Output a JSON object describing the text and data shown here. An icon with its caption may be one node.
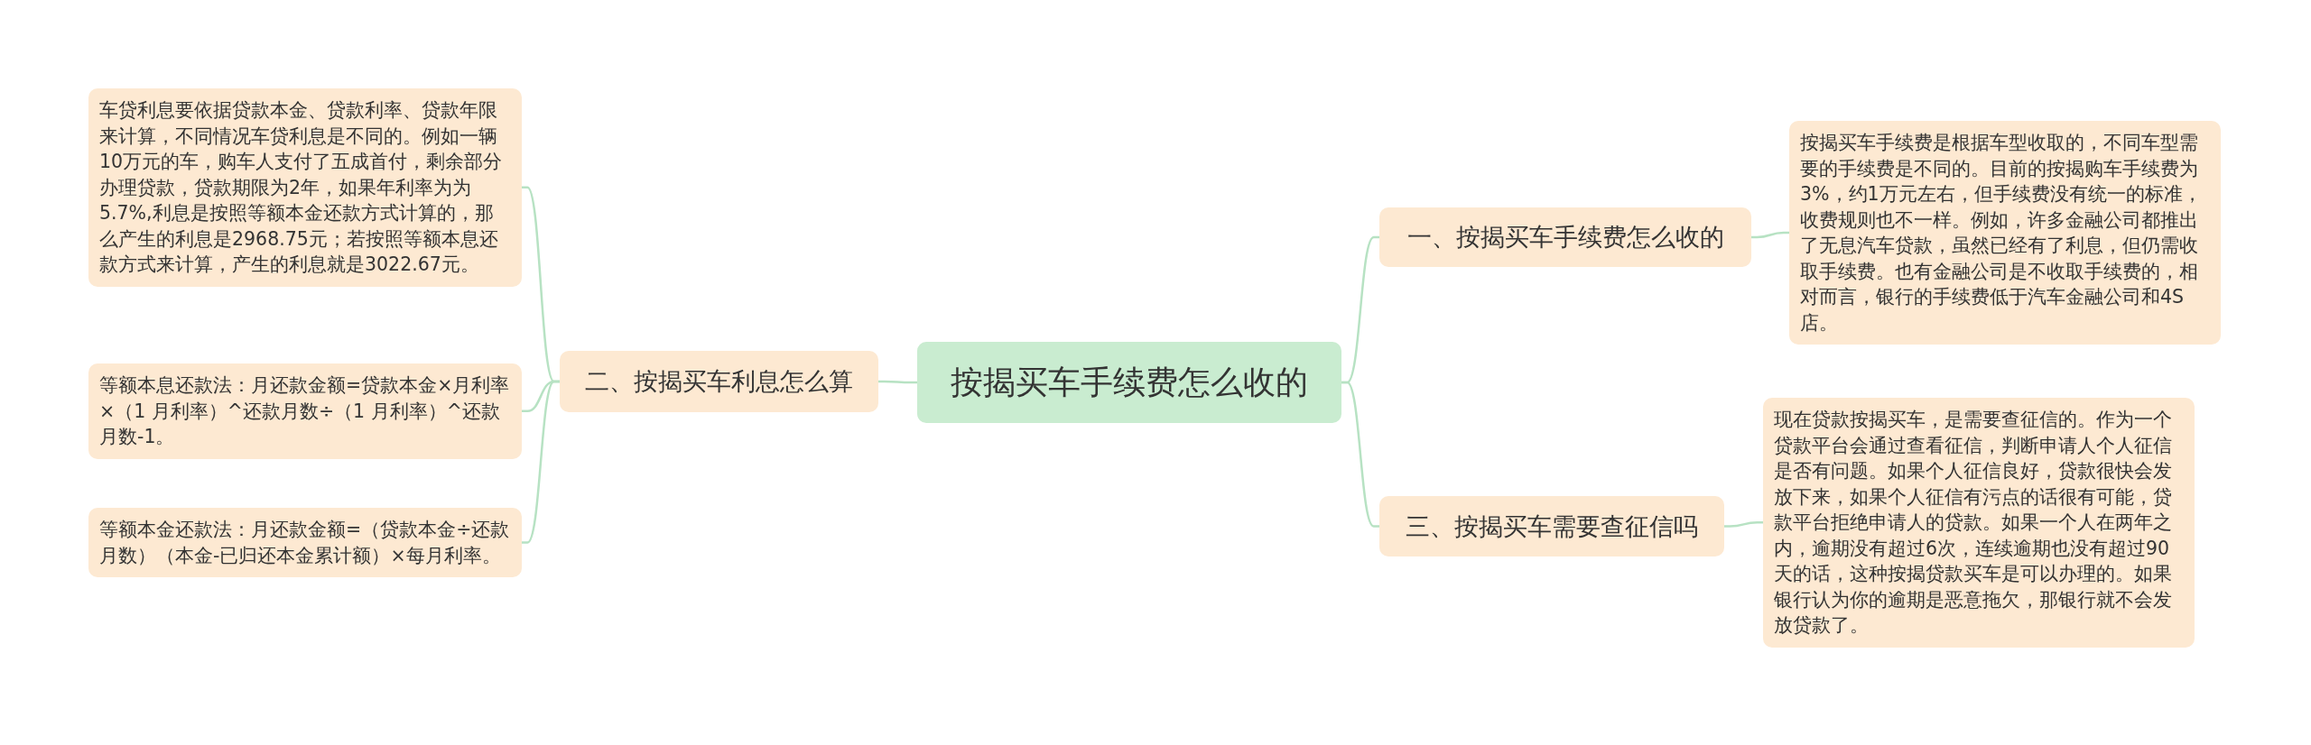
{
  "diagram": {
    "nodes": [
      {
        "text": [
          "按揭买车手续费怎么收的"
        ]
      },
      {
        "text": [
          "一、按揭买车手续费怎么收的"
        ]
      },
      {
        "text": [
          "按揭买车手续费是根据车型收取的，不同车型需要的手续费是不同的。目前的按揭购车手续费为3%，约1万元左右，但手续费没有统一的标准，收费规则也不一样。例如，许多金融公司都推出了无息汽车贷款，虽然已经有了利息，但仍需收取手续费。也有金融公司是不收取手续费的，相对而言，银行的手续费低于汽车金融公司和4S店。"
        ]
      },
      {
        "text": [
          "三、按揭买车需要查征信吗"
        ]
      },
      {
        "text": [
          "现在贷款按揭买车，是需要查征信的。作为一个贷款平台会通过查看征信，判断申请人个人征信是否有问题。如果个人征信良好，贷款很快会发放下来，如果个人征信有污点的话很有可能，贷款平台拒绝申请人的贷款。如果一个人在两年之内，逾期没有超过6次，连续逾期也没有超过90天的话，这种按揭贷款买车是可以办理的。如果银行认为你的逾期是恶意拖欠，那银行就不会发放贷款了。"
        ]
      },
      {
        "text": [
          "二、按揭买车利息怎么算"
        ]
      },
      {
        "text": [
          "车贷利息要依据贷款本金、贷款利率、贷款年限来计算，不同情况车贷利息是不同的。例如一辆10万元的车，购车人支付了五成首付，剩余部分办理贷款，贷款期限为2年，如果年利率为为5.7%,利息是按照等额本金还款方式计算的，那么产生的利息是2968.75元；若按照等额本息还款方式来计算，产生的利息就是3022.67元。"
        ]
      },
      {
        "text": [
          "等额本息还款法：月还款金额=贷款本金×月利率×（1 月利率）^还款月数÷（1 月利率）^还款月数-1。"
        ]
      },
      {
        "text": [
          "等额本金还款法：月还款金额=（贷款本金÷还款月数）（本金-已归还本金累计额）×每月利率。"
        ]
      }
    ],
    "edges": [
      {
        "from": 0,
        "to": 1,
        "arrow": "none"
      },
      {
        "from": 0,
        "to": 3,
        "arrow": "none"
      },
      {
        "from": 0,
        "to": 5,
        "arrow": "none"
      },
      {
        "from": 1,
        "to": 2,
        "arrow": "none"
      },
      {
        "from": 3,
        "to": 4,
        "arrow": "none"
      },
      {
        "from": 5,
        "to": 6,
        "arrow": "none"
      },
      {
        "from": 5,
        "to": 7,
        "arrow": "none"
      },
      {
        "from": 5,
        "to": 8,
        "arrow": "none"
      }
    ]
  }
}
